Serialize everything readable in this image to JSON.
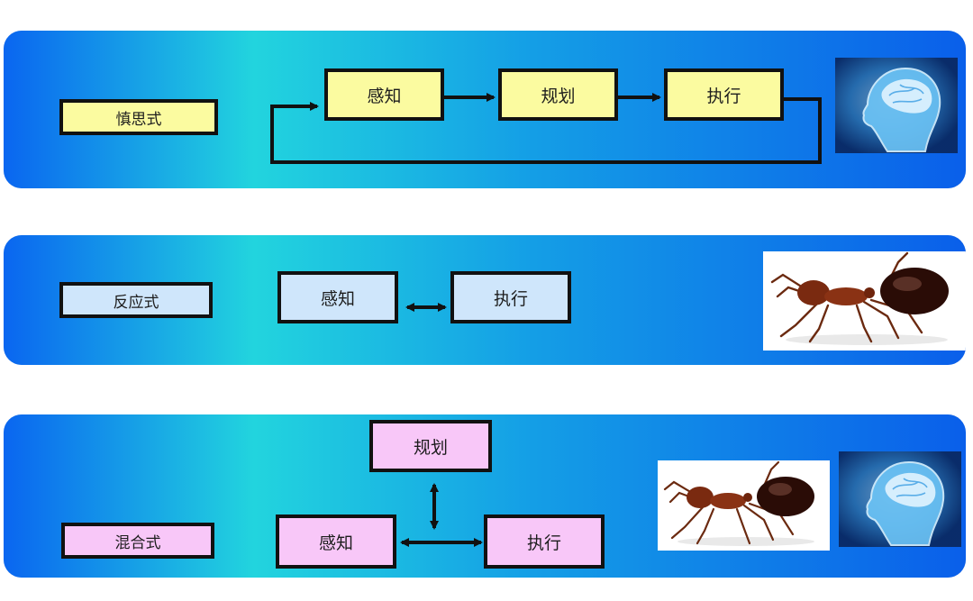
{
  "colors": {
    "panel_edge": "#0a62ee",
    "panel_mid": "#22d3de",
    "yellow_box": "#fbfba0",
    "blue_box": "#cfe6fb",
    "pink_box": "#f8c7f8",
    "line": "#111111"
  },
  "deliberative": {
    "mode_label": "慎思式",
    "steps": [
      "感知",
      "规划",
      "执行"
    ],
    "image": "brain-head-icon"
  },
  "reactive": {
    "mode_label": "反应式",
    "steps": [
      "感知",
      "执行"
    ],
    "image": "ant-icon"
  },
  "hybrid": {
    "mode_label": "混合式",
    "plan": "规划",
    "sense": "感知",
    "act": "执行",
    "images": [
      "ant-icon",
      "brain-head-icon"
    ]
  }
}
